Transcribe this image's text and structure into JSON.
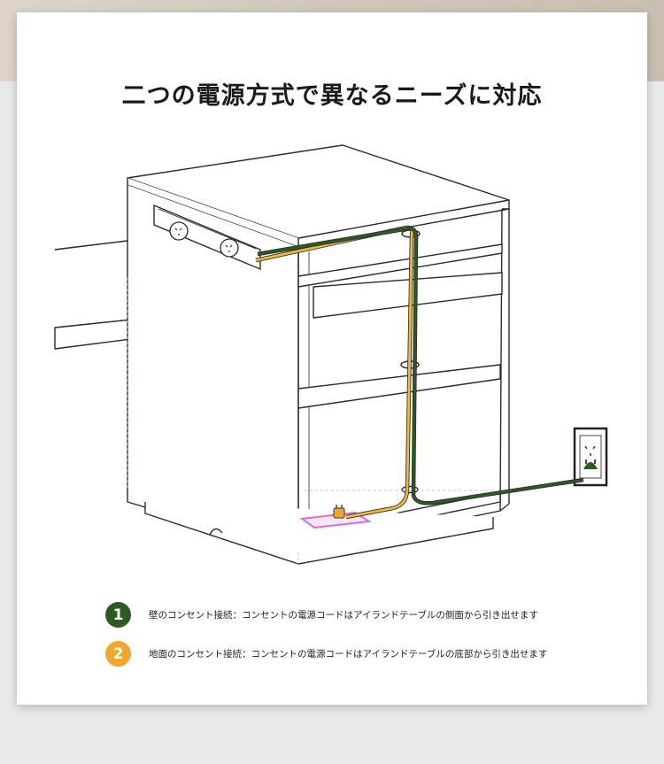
{
  "title": "二つの電源方式で異なるニーズに対応",
  "colors": {
    "wall_cable": "#2e5a22",
    "floor_cable": "#f0b93c",
    "floor_outlet_outline": "#d66fd6",
    "line": "#2b2b2b"
  },
  "legend": [
    {
      "number": "1",
      "color": "#2e5a22",
      "text": "壁のコンセント接続：コンセントの電源コードはアイランドテーブルの側面から引き出せます"
    },
    {
      "number": "2",
      "color": "#f2a72c",
      "text": "地面のコンセント接続：コンセントの電源コードはアイランドテーブルの底部から引き出せます"
    }
  ],
  "icons": [
    "desk-power-strip-icon",
    "wall-outlet-icon",
    "plug-icon",
    "floor-outlet-icon"
  ]
}
